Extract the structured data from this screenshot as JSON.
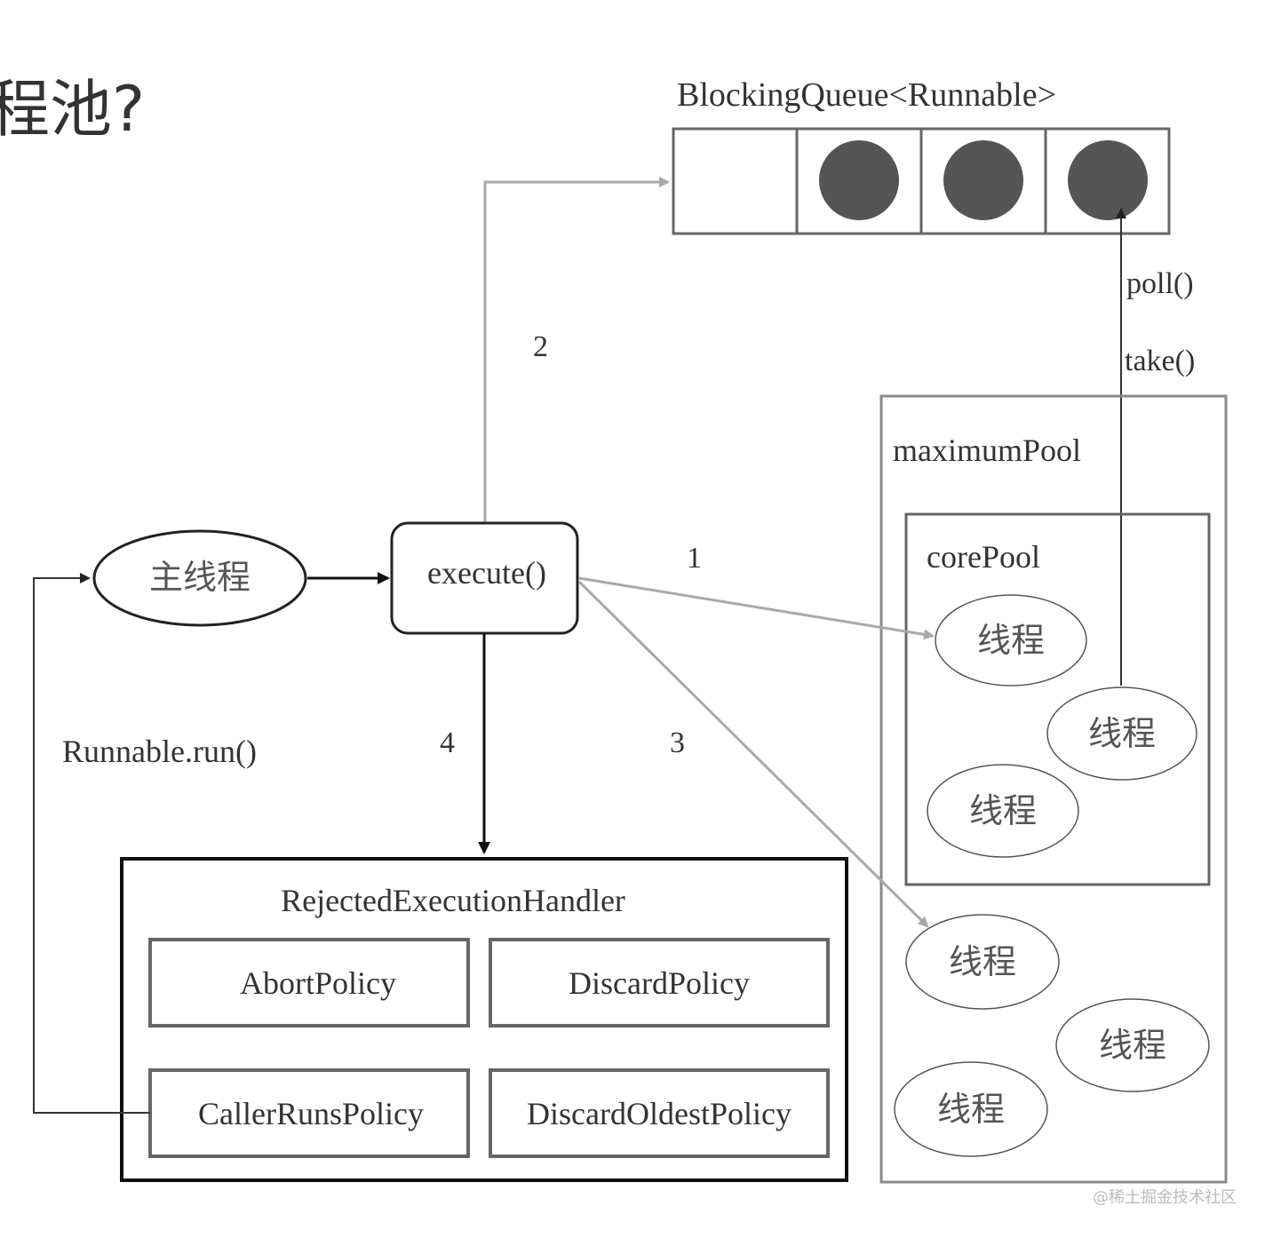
{
  "page_title_fragment": "程池?",
  "queue": {
    "label": "BlockingQueue<Runnable>"
  },
  "queue_method_1": "poll()",
  "queue_method_2": "take()",
  "main_thread": "主线程",
  "execute": "execute()",
  "steps": {
    "one": "1",
    "two": "2",
    "three": "3",
    "four": "4"
  },
  "callback_label": "Runnable.run()",
  "max_pool": {
    "label": "maximumPool"
  },
  "core_pool": {
    "label": "corePool"
  },
  "thread_label": "线程",
  "handler": {
    "title": "RejectedExecutionHandler",
    "policies": [
      "AbortPolicy",
      "DiscardPolicy",
      "CallerRunsPolicy",
      "DiscardOldestPolicy"
    ]
  },
  "watermark": "@稀土掘金技术社区",
  "colors": {
    "line_gray": "#a9a9a9",
    "dark": "#333333",
    "circle": "#555555",
    "box_gray": "#666666"
  }
}
